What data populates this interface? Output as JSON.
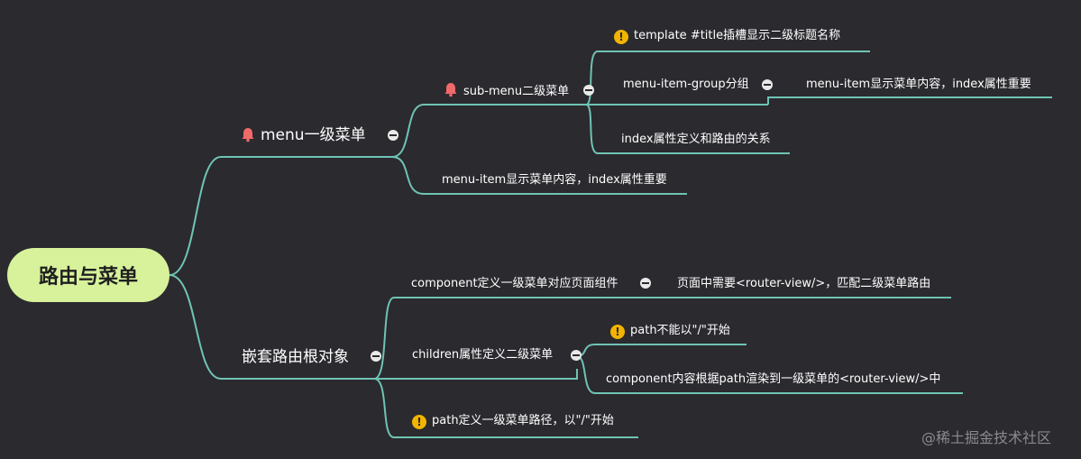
{
  "root": {
    "label": "路由与菜单"
  },
  "nodes": {
    "menu_l1": "menu一级菜单",
    "submenu": "sub-menu二级菜单",
    "template_slot": "template #title插槽显示二级标题名称",
    "item_group": "menu-item-group分组",
    "menu_item_inner": "menu-item显示菜单内容，index属性重要",
    "index_route": "index属性定义和路由的关系",
    "menu_item_outer": "menu-item显示菜单内容，index属性重要",
    "nested": "嵌套路由根对象",
    "component_def": "component定义一级菜单对应页面组件",
    "router_view": "页面中需要<router-view/>，匹配二级菜单路由",
    "children": "children属性定义二级菜单",
    "path_rule": "path不能以\"/\"开始",
    "component_render": "component内容根据path渲染到一级菜单的<router-view/>中",
    "path_def": "path定义一级菜单路径，以\"/\"开始"
  },
  "icons": {
    "warn": "!",
    "bell": "bell-icon",
    "collapse": "collapse-icon"
  },
  "colors": {
    "background": "#2b2a2f",
    "root": "#d7f29b",
    "link": "#6fc3b4",
    "warn": "#f2b400",
    "bell": "#f06a6a"
  },
  "watermark": "@稀土掘金技术社区"
}
